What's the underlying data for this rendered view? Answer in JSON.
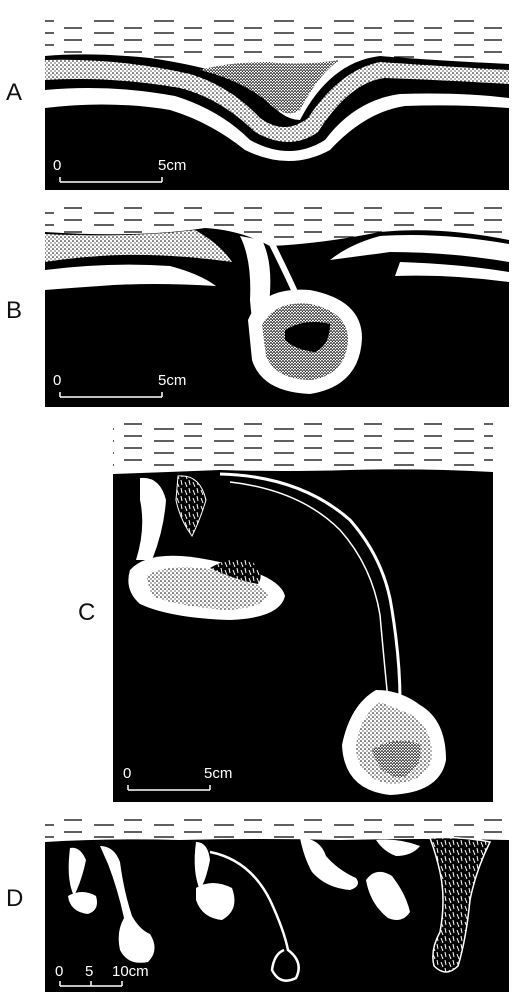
{
  "panels": [
    {
      "label": "A",
      "scale": {
        "start": "0",
        "end": "5cm"
      }
    },
    {
      "label": "B",
      "scale": {
        "start": "0",
        "end": "5cm"
      }
    },
    {
      "label": "C",
      "scale": {
        "start": "0",
        "end": "5cm"
      }
    },
    {
      "label": "D",
      "scale": {
        "start": "0",
        "mid": "5",
        "end": "10cm"
      }
    }
  ],
  "colors": {
    "ink": "#000000",
    "paper": "#ffffff"
  }
}
